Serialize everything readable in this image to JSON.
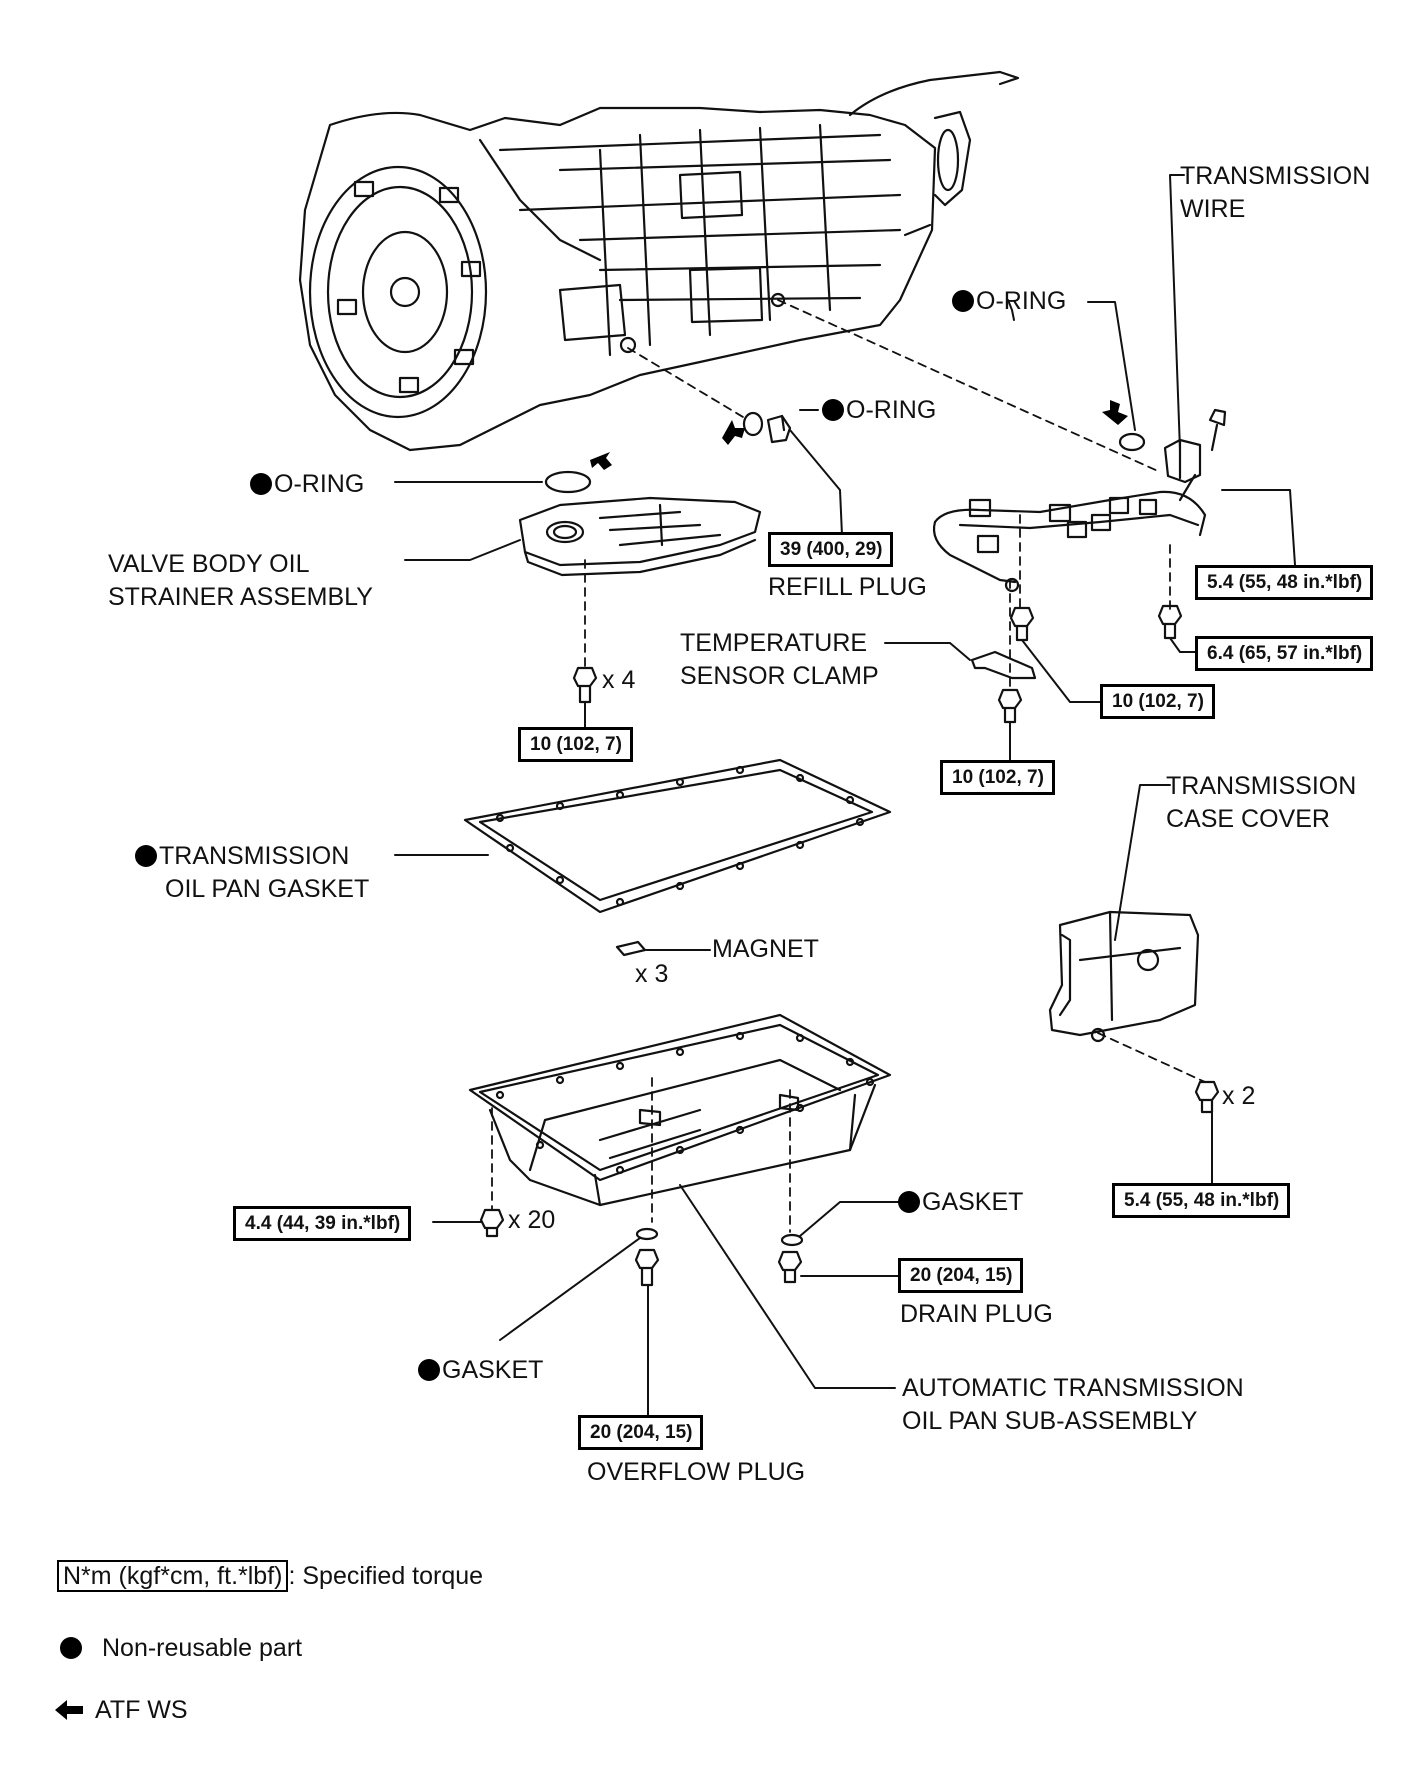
{
  "labels": {
    "transmission_wire": [
      "TRANSMISSION",
      "WIRE"
    ],
    "o_ring_upper_right": "O-RING",
    "o_ring_center": "O-RING",
    "o_ring_left": "O-RING",
    "valve_body_strainer": [
      "VALVE BODY OIL",
      "STRAINER ASSEMBLY"
    ],
    "refill_plug": "REFILL PLUG",
    "temperature_sensor_clamp": [
      "TEMPERATURE",
      "SENSOR CLAMP"
    ],
    "oil_pan_gasket": [
      "TRANSMISSION",
      "OIL PAN GASKET"
    ],
    "magnet": "MAGNET",
    "magnet_qty": "x 3",
    "case_cover": [
      "TRANSMISSION",
      "CASE COVER"
    ],
    "case_cover_bolt_qty": "x 2",
    "strainer_bolt_qty": "x 4",
    "pan_bolt_qty": "x 20",
    "gasket_drain": "GASKET",
    "gasket_overflow": "GASKET",
    "drain_plug": "DRAIN PLUG",
    "oil_pan_sub_assembly": [
      "AUTOMATIC TRANSMISSION",
      "OIL PAN SUB-ASSEMBLY"
    ],
    "overflow_plug": "OVERFLOW PLUG"
  },
  "torques": {
    "refill_plug": "39 (400, 29)",
    "wire_bolt_top": "5.4 (55, 48 in.*lbf)",
    "wire_bolt_lower": "6.4 (65, 57 in.*lbf)",
    "wire_clamp_bolt": "10 (102, 7)",
    "strainer_bolt": "10 (102, 7)",
    "sensor_clamp_bolt": "10 (102, 7)",
    "case_cover_bolt": "5.4 (55, 48 in.*lbf)",
    "oil_pan_bolt": "4.4 (44, 39 in.*lbf)",
    "drain_plug": "20 (204, 15)",
    "overflow_plug": "20 (204, 15)"
  },
  "legend": {
    "torque_box": "N*m (kgf*cm, ft.*lbf)",
    "torque_text": ": Specified torque",
    "non_reusable": "Non-reusable part",
    "atf": "ATF WS"
  }
}
